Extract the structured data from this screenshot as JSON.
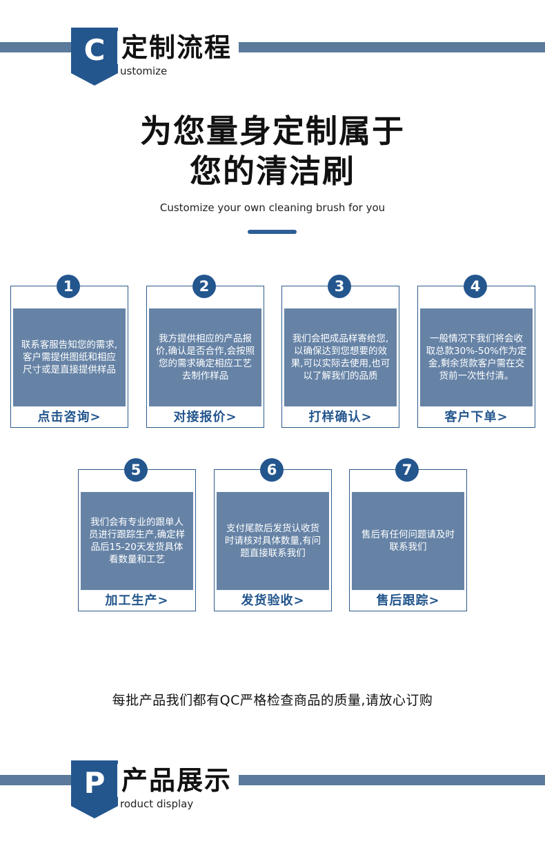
{
  "section_customize": {
    "letter": "C",
    "title": "定制流程",
    "subtitle": "ustomize"
  },
  "headline": {
    "line1": "为您量身定制属于",
    "line2": "您的清洁刷",
    "english": "Customize your own cleaning brush for you"
  },
  "steps": [
    {
      "number": "1",
      "text": "联系客服告知您的需求,客户需提供图纸和相应尺寸或是直接提供样品",
      "link": "点击咨询>"
    },
    {
      "number": "2",
      "text": "我方提供相应的产品报价,确认是否合作,会按照您的需求确定相应工艺去制作样品",
      "link": "对接报价>"
    },
    {
      "number": "3",
      "text": "我们会把成品样寄给您,以确保达到您想要的效果,可以实际去使用,也可以了解我们的品质",
      "link": "打样确认>"
    },
    {
      "number": "4",
      "text": "一般情况下我们将会收取总款30%-50%作为定金,剩余货款客户需在交货前一次性付清。",
      "link": "客户下单>"
    },
    {
      "number": "5",
      "text": "我们会有专业的跟单人员进行跟踪生产,确定样品后15-20天发货具体看数量和工艺",
      "link": "加工生产>"
    },
    {
      "number": "6",
      "text": "支付尾款后发货认收货时请核对具体数量,有问题直接联系我们",
      "link": "发货验收>"
    },
    {
      "number": "7",
      "text": "售后有任何问题请及时联系我们",
      "link": "售后跟踪>"
    }
  ],
  "qc_note": "每批产品我们都有QC严格检查商品的质量,请放心订购",
  "section_product": {
    "letter": "P",
    "title": "产品展示",
    "subtitle": "roduct display"
  },
  "colors": {
    "band": "#5b7a9c",
    "badge": "#24568e",
    "panel": "#6683a6",
    "link": "#22558c"
  }
}
